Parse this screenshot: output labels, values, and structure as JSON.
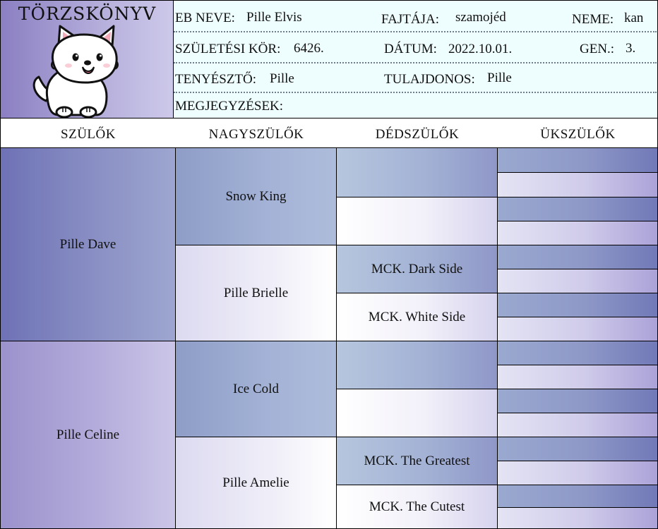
{
  "header": {
    "logo_title": "TÖRZSKÖNYV",
    "dog_name_label": "EB NEVE:",
    "dog_name": "Pille Elvis",
    "breed_label": "FAJTÁJA:",
    "breed": "szamojéd",
    "sex_label": "NEME:",
    "sex": "kan",
    "birth_round_label": "SZÜLETÉSI KÖR:",
    "birth_round": "6426.",
    "date_label": "DÁTUM:",
    "date": "2022.10.01.",
    "gen_label": "GEN.:",
    "gen": "3.",
    "breeder_label": "TENYÉSZTŐ:",
    "breeder": "Pille",
    "owner_label": "TULAJDONOS:",
    "owner": "Pille",
    "notes_label": "MEGJEGYZÉSEK:"
  },
  "columns": {
    "parents": "SZÜLŐK",
    "grandparents": "NAGYSZÜLŐK",
    "great_grandparents": "DÉDSZÜLŐK",
    "great_great_grandparents": "ÜKSZÜLŐK"
  },
  "pedigree": {
    "parents": [
      "Pille Dave",
      "Pille Celine"
    ],
    "grandparents": [
      "Snow King",
      "Pille Brielle",
      "Ice Cold",
      "Pille Amelie"
    ],
    "great_grandparents": [
      "",
      "",
      "MCK. Dark Side",
      "MCK. White Side",
      "",
      "",
      "MCK. The Greatest",
      "MCK. The Cutest"
    ],
    "great_great_grandparents": [
      "",
      "",
      "",
      "",
      "",
      "",
      "",
      "",
      "",
      "",
      "",
      "",
      "",
      "",
      "",
      ""
    ]
  },
  "icons": {
    "logo_illustration": "samoyed-puppy-illustration"
  }
}
